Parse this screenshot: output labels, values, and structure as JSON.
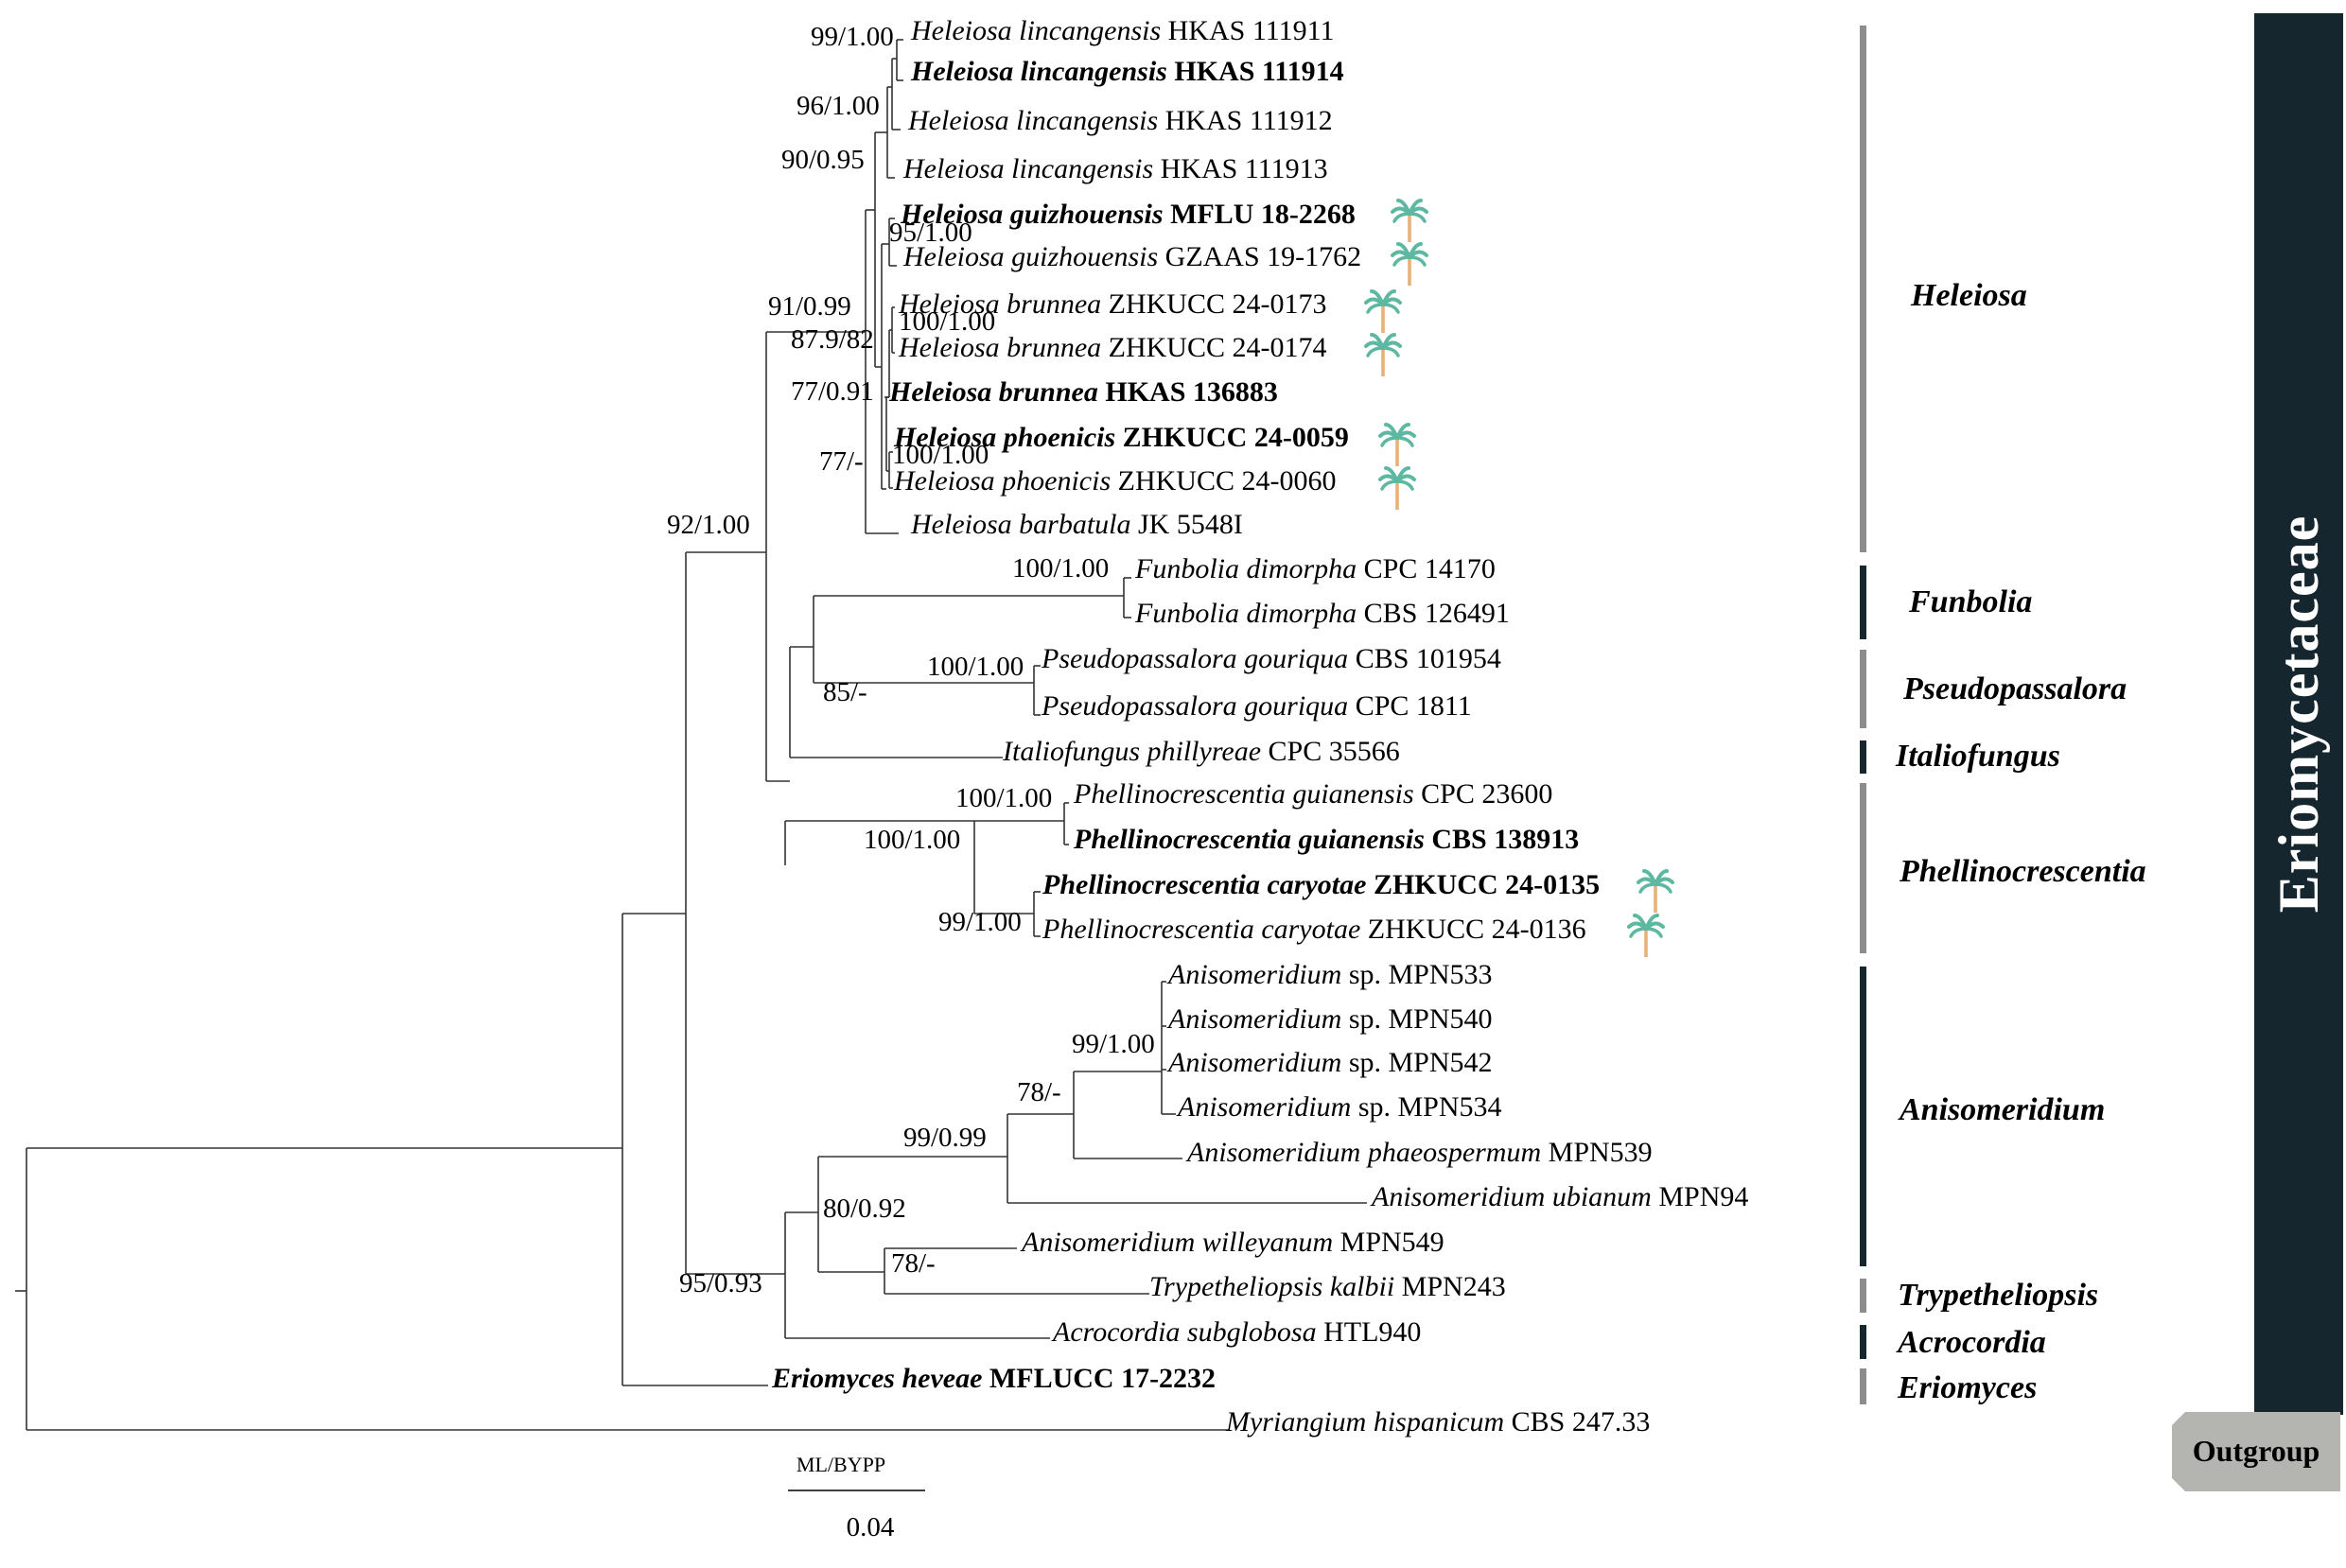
{
  "taxa": [
    {
      "genus": "Heleiosa lincangensis",
      "code": "HKAS 111911",
      "style": "normal",
      "palm": false
    },
    {
      "genus": "Heleiosa lincangensis",
      "code": "HKAS 111914",
      "style": "bold",
      "palm": false
    },
    {
      "genus": "Heleiosa lincangensis",
      "code": "HKAS 111912",
      "style": "normal",
      "palm": false
    },
    {
      "genus": "Heleiosa lincangensis",
      "code": "HKAS 111913",
      "style": "normal",
      "palm": false
    },
    {
      "genus": "Heleiosa guizhouensis",
      "code": "MFLU 18-2268",
      "style": "bold",
      "palm": true
    },
    {
      "genus": "Heleiosa guizhouensis",
      "code": "GZAAS 19-1762",
      "style": "normal",
      "palm": true
    },
    {
      "genus": "Heleiosa brunnea",
      "code": "ZHKUCC 24-0173",
      "style": "blue",
      "palm": true
    },
    {
      "genus": "Heleiosa brunnea",
      "code": "ZHKUCC 24-0174",
      "style": "blue",
      "palm": true
    },
    {
      "genus": "Heleiosa brunnea",
      "code": "HKAS 136883",
      "style": "bold",
      "palm": false
    },
    {
      "genus": "Heleiosa phoenicis",
      "code": "ZHKUCC 24-0059",
      "style": "bluebold",
      "palm": true
    },
    {
      "genus": "Heleiosa phoenicis",
      "code": "ZHKUCC 24-0060",
      "style": "blue",
      "palm": true
    },
    {
      "genus": "Heleiosa barbatula",
      "code": "JK 5548I",
      "style": "normal",
      "palm": false
    },
    {
      "genus": "Funbolia dimorpha",
      "code": "CPC 14170",
      "style": "normal",
      "palm": false
    },
    {
      "genus": "Funbolia dimorpha",
      "code": "CBS 126491",
      "style": "normal",
      "palm": false
    },
    {
      "genus": "Pseudopassalora gouriqua",
      "code": "CBS 101954",
      "style": "normal",
      "palm": false
    },
    {
      "genus": "Pseudopassalora gouriqua",
      "code": "CPC 1811",
      "style": "normal",
      "palm": false
    },
    {
      "genus": "Italiofungus phillyreae",
      "code": "CPC 35566",
      "style": "normal",
      "palm": false
    },
    {
      "genus": "Phellinocrescentia guianensis",
      "code": "CPC 23600",
      "style": "normal",
      "palm": false
    },
    {
      "genus": "Phellinocrescentia guianensis",
      "code": "CBS 138913",
      "style": "bold",
      "palm": false
    },
    {
      "genus": "Phellinocrescentia caryotae",
      "code": "ZHKUCC 24-0135",
      "style": "bluebold",
      "palm": true
    },
    {
      "genus": "Phellinocrescentia caryotae",
      "code": "ZHKUCC 24-0136",
      "style": "blue",
      "palm": true
    },
    {
      "genus": "Anisomeridium",
      "code": "sp. MPN533",
      "style": "normal",
      "palm": false
    },
    {
      "genus": "Anisomeridium",
      "code": "sp. MPN540",
      "style": "normal",
      "palm": false
    },
    {
      "genus": "Anisomeridium",
      "code": "sp. MPN542",
      "style": "normal",
      "palm": false
    },
    {
      "genus": "Anisomeridium",
      "code": "sp. MPN534",
      "style": "normal",
      "palm": false
    },
    {
      "genus": "Anisomeridium phaeospermum",
      "code": "MPN539",
      "style": "normal",
      "palm": false
    },
    {
      "genus": "Anisomeridium ubianum",
      "code": "MPN94",
      "style": "normal",
      "palm": false
    },
    {
      "genus": "Anisomeridium willeyanum",
      "code": "MPN549",
      "style": "normal",
      "palm": false
    },
    {
      "genus": "Trypetheliopsis kalbii",
      "code": "MPN243",
      "style": "normal",
      "palm": false
    },
    {
      "genus": "Acrocordia subglobosa",
      "code": "HTL940",
      "style": "normal",
      "palm": false
    },
    {
      "genus": "Eriomyces heveae",
      "code": "MFLUCC 17-2232",
      "style": "bold",
      "palm": false
    },
    {
      "genus": "Myriangium hispanicum",
      "code": "CBS 247.33",
      "style": "normal",
      "palm": false
    }
  ],
  "support_values": [
    "99/1.00",
    "96/1.00",
    "90/0.95",
    "95/1.00",
    "91/0.99",
    "100/1.00",
    "87.9/82",
    "77/0.91",
    "100/1.00",
    "77/-",
    "92/1.00",
    "100/1.00",
    "100/1.00",
    "85/-",
    "100/1.00",
    "100/1.00",
    "99/1.00",
    "99/1.00",
    "78/-",
    "99/0.99",
    "80/0.92",
    "78/-",
    "95/0.93"
  ],
  "clades": [
    "Heleiosa",
    "Funbolia",
    "Pseudopassalora",
    "Italiofungus",
    "Phellinocrescentia",
    "Anisomeridium",
    "Trypetheliopsis",
    "Acrocordia",
    "Eriomyces"
  ],
  "family": "Eriomycetaceae",
  "outgroup": "Outgroup",
  "scale": {
    "header": "ML/BYPP",
    "value": "0.04"
  },
  "colors": {
    "blue": "#1f6fb8",
    "dark": "#15262e",
    "grey_bar": "#8c8c8c",
    "dark_bar": "#15262e",
    "outgroup_box": "#b4b4b0",
    "palm_leaf": "#5cb8a0",
    "palm_trunk": "#e6b27a"
  }
}
